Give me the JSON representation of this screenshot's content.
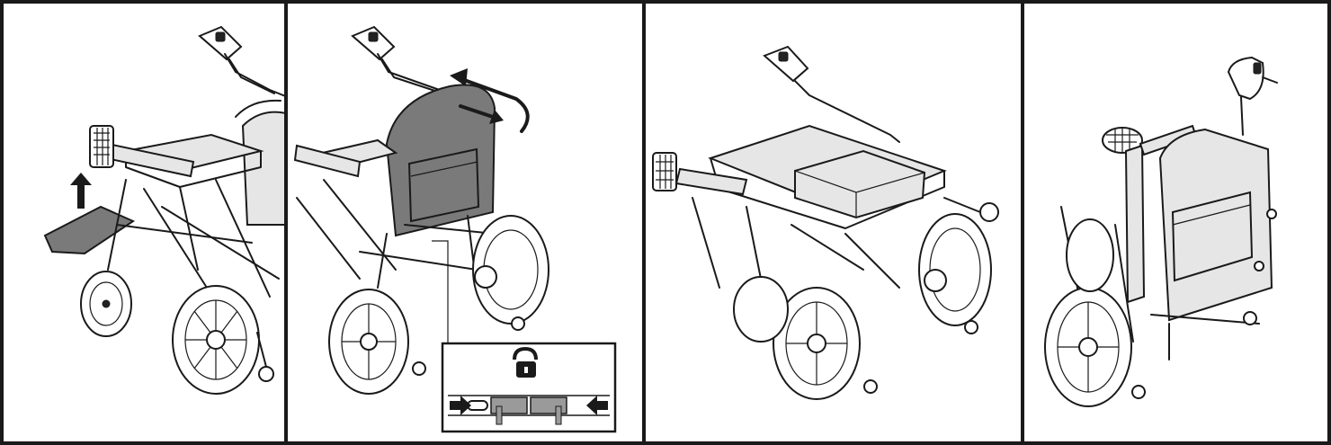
{
  "figure": {
    "panels": [
      {
        "id": "step-1",
        "action": "raise-armrest-tray"
      },
      {
        "id": "step-2",
        "action": "fold-backrest-release-latch"
      },
      {
        "id": "step-3",
        "action": "backrest-folded-onto-seat"
      },
      {
        "id": "step-4",
        "action": "fully-folded-standing"
      }
    ],
    "inset": {
      "icon": "unlock-icon",
      "arrows": [
        "arrow-right-icon",
        "arrow-left-icon"
      ]
    },
    "colors": {
      "line": "#1a1a1a",
      "backrest_fill": "#7a7a7a",
      "latch_fill": "#9a9a9a",
      "background": "#ffffff"
    }
  }
}
